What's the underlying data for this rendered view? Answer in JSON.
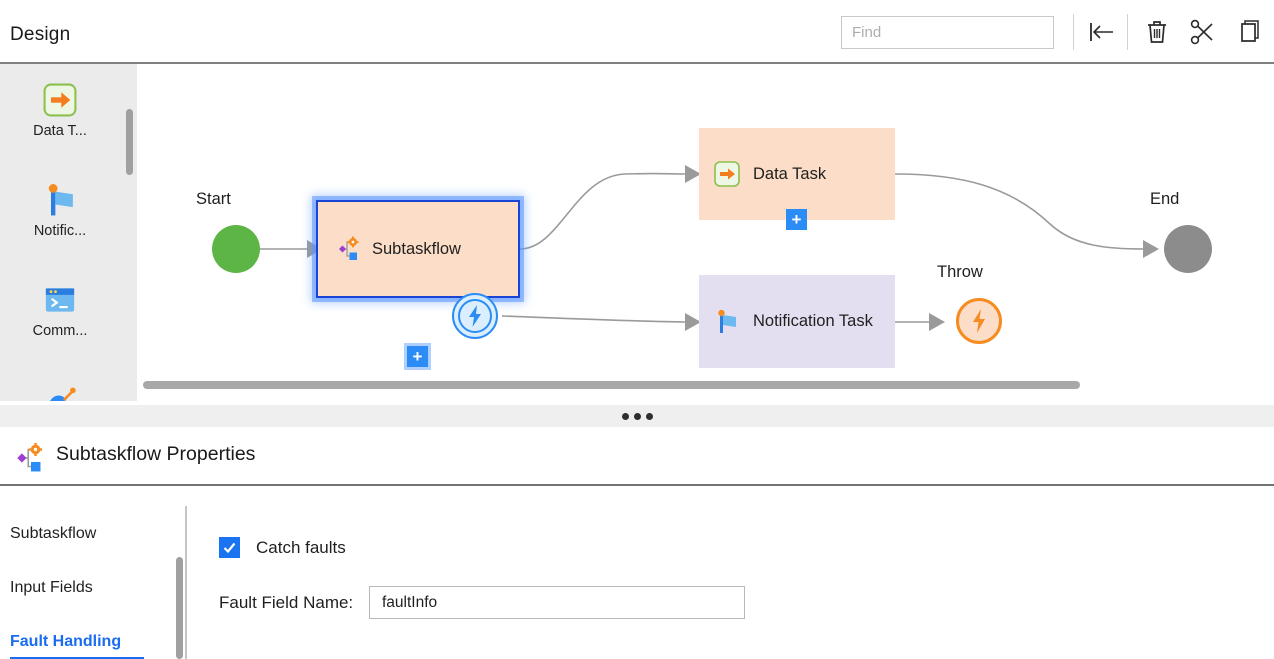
{
  "header": {
    "title": "Design",
    "find": {
      "placeholder": "Find",
      "value": ""
    },
    "tools": [
      {
        "name": "go-to-start-icon",
        "title": "Go to start"
      },
      {
        "name": "delete-icon",
        "title": "Delete"
      },
      {
        "name": "cut-icon",
        "title": "Cut"
      },
      {
        "name": "copy-icon",
        "title": "Copy"
      }
    ]
  },
  "palette": {
    "items": [
      {
        "label": "Data T...",
        "icon": "data-task-icon"
      },
      {
        "label": "Notific...",
        "icon": "notification-task-icon"
      },
      {
        "label": "Comm...",
        "icon": "command-task-icon"
      },
      {
        "label": "",
        "icon": "service-task-icon"
      }
    ]
  },
  "canvas": {
    "labels": {
      "start": "Start",
      "end": "End",
      "throw": "Throw"
    },
    "nodes": [
      {
        "id": "start",
        "label": "Start",
        "type": "start-event",
        "fill": "#5cb544"
      },
      {
        "id": "subtaskflow",
        "label": "Subtaskflow",
        "type": "subtaskflow",
        "fill": "#fbddc8",
        "selected": true
      },
      {
        "id": "data-task",
        "label": "Data Task",
        "type": "data-task",
        "fill": "#fbddc8",
        "selected": false
      },
      {
        "id": "notification-task",
        "label": "Notification Task",
        "type": "notification-task",
        "fill": "#e4dff0",
        "selected": false
      },
      {
        "id": "throw",
        "label": "Throw",
        "type": "throw-event",
        "fill": "#fbddc8"
      },
      {
        "id": "end",
        "label": "End",
        "type": "end-event",
        "fill": "#8c8c8c"
      },
      {
        "id": "boundary-fault",
        "label": "",
        "type": "boundary-fault-event",
        "fill": "#d7eafd"
      }
    ],
    "plus_buttons": [
      {
        "for": "subtaskflow",
        "label": "+"
      },
      {
        "for": "data-task",
        "label": "+"
      }
    ]
  },
  "properties": {
    "icon": "subtaskflow-icon",
    "title": "Subtaskflow Properties",
    "tabs": [
      {
        "label": "Subtaskflow",
        "active": false
      },
      {
        "label": "Input Fields",
        "active": false
      },
      {
        "label": "Fault Handling",
        "active": true
      }
    ],
    "fault_handling": {
      "catch_faults_label": "Catch faults",
      "catch_faults_checked": true,
      "fault_field_label": "Fault Field Name:",
      "fault_field_value": "faultInfo",
      "fault_field_placeholder": ""
    }
  },
  "colors": {
    "accent": "#1a6df0",
    "selection": "#1a44d6",
    "task_orange_fill": "#fbddc8",
    "task_purple_fill": "#e4dff0",
    "start_green": "#5cb544",
    "end_gray": "#8c8c8c",
    "throw_orange": "#f68b1f",
    "plus_blue": "#2b8cf5"
  }
}
